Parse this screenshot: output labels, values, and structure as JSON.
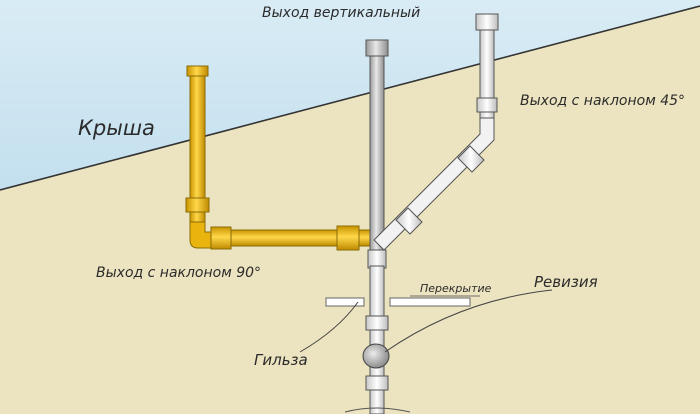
{
  "labels": {
    "vertical_outlet": "Выход вертикальный",
    "roof": "Крыша",
    "outlet_45": "Выход с наклоном 45°",
    "outlet_90": "Выход с наклоном 90°",
    "floor_slab": "Перекрытие",
    "revision": "Ревизия",
    "sleeve": "Гильза"
  },
  "colors": {
    "sky": "#c2deee",
    "roof_surface": "#ece4c0",
    "pipe_yellow": "#f4c21c",
    "pipe_yellow_edge": "#8a6b05",
    "pipe_grey": "#d8d8d8",
    "pipe_white": "#f6f6f4",
    "pipe_edge": "#555555",
    "revision_fill": "#c9c9c9"
  }
}
